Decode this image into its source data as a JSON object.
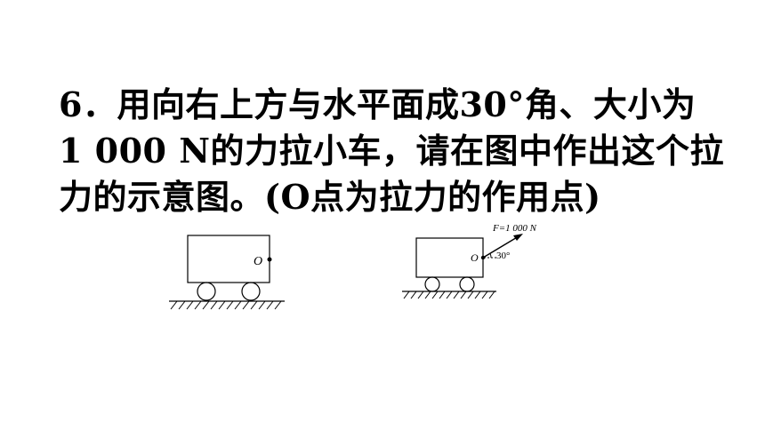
{
  "question": {
    "line1": "6．用向右上方与水平面成30°角、大小为",
    "line2": "1 000 N的力拉小车，请在图中作出这个拉",
    "line3": "力的示意图。(O点为拉力的作用点)"
  },
  "figure_left": {
    "point_label": "O"
  },
  "figure_right": {
    "point_label": "O",
    "force_label": "F=1 000 N",
    "angle_label": "30°"
  }
}
